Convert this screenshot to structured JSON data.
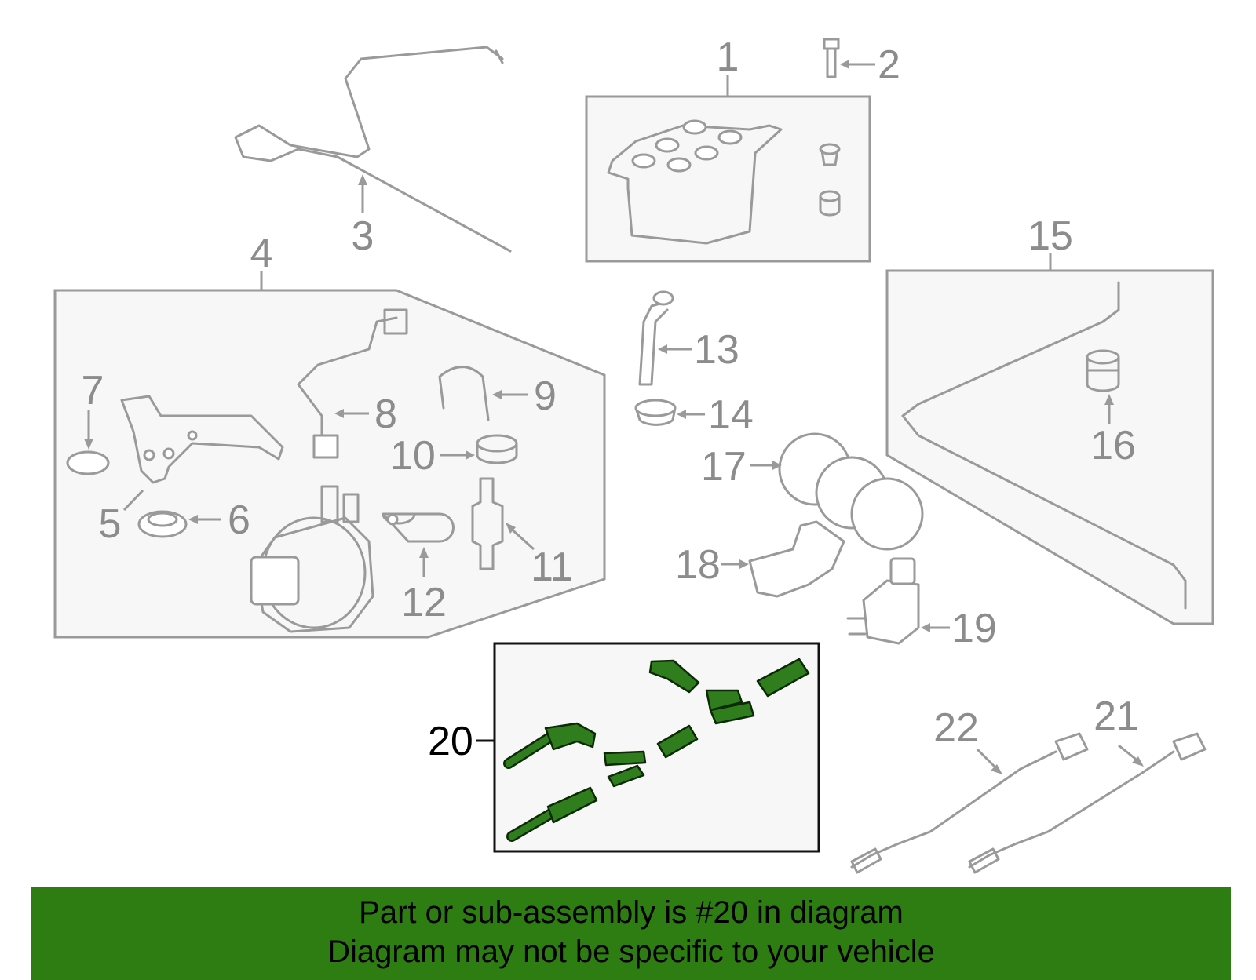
{
  "callouts": {
    "c1": "1",
    "c2": "2",
    "c3": "3",
    "c4": "4",
    "c5": "5",
    "c6": "6",
    "c7": "7",
    "c8": "8",
    "c9": "9",
    "c10": "10",
    "c11": "11",
    "c12": "12",
    "c13": "13",
    "c14": "14",
    "c15": "15",
    "c16": "16",
    "c17": "17",
    "c18": "18",
    "c19": "19",
    "c20": "20",
    "c21": "21",
    "c22": "22"
  },
  "highlight": {
    "callout": "20",
    "color": "#2d7d12"
  },
  "colors": {
    "line_art": "#9a9a9a",
    "highlight_part": "#2f7d1c",
    "banner_bg": "#2d7d12"
  },
  "banner": {
    "line1": "Part or sub-assembly is #20 in diagram",
    "line2": "Diagram may not be specific to your vehicle"
  }
}
